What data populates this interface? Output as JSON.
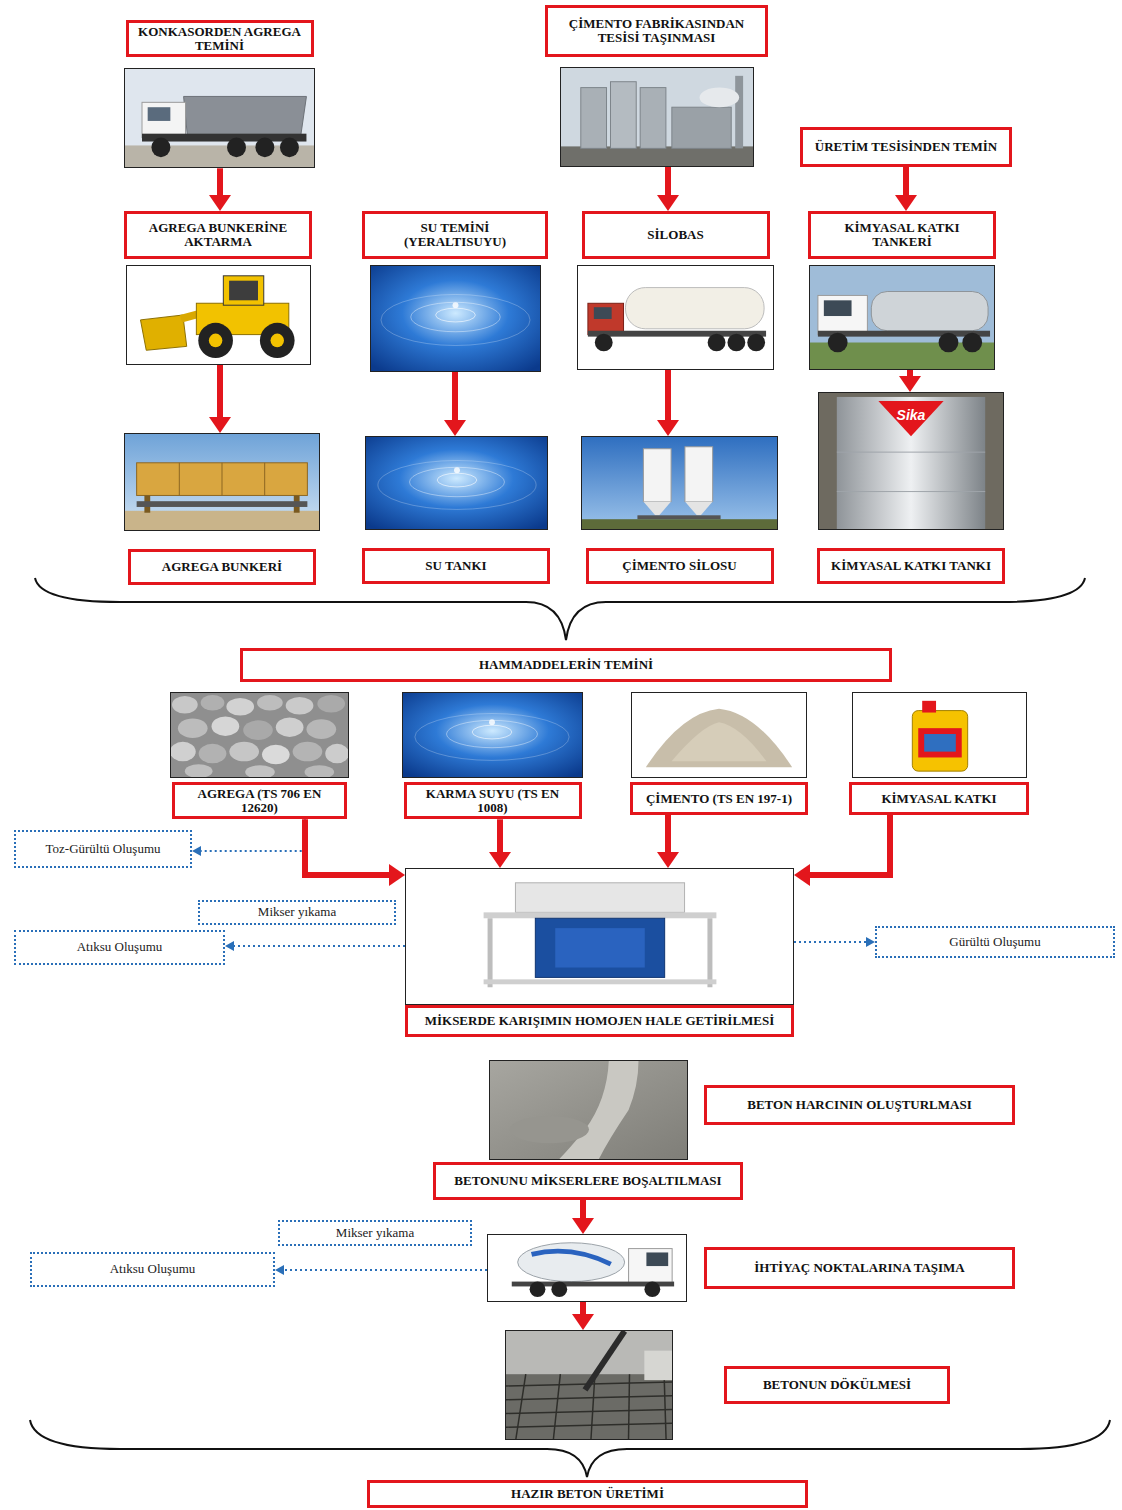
{
  "diagram": {
    "nodes": [
      {
        "text": [
          "KONKASORDEN AGREGA TEMİNİ"
        ]
      },
      {
        "text": [
          "AGREGA BUNKERİNE AKTARMA"
        ]
      },
      {
        "text": [
          "AGREGA BUNKERİ"
        ]
      },
      {
        "text": [
          "SU TEMİNİ (YERALTISUYU)"
        ]
      },
      {
        "text": [
          "SU TANKI"
        ]
      },
      {
        "text": [
          "ÇİMENTO FABRİKASINDAN TESİSİ TAŞINMASI"
        ]
      },
      {
        "text": [
          "SİLOBAS"
        ]
      },
      {
        "text": [
          "ÇİMENTO SİLOSU"
        ]
      },
      {
        "text": [
          "ÜRETİM TESİSİNDEN TEMİN"
        ]
      },
      {
        "text": [
          "KİMYASAL KATKI TANKERİ"
        ]
      },
      {
        "text": [
          "KİMYASAL KATKI TANKI"
        ]
      },
      {
        "text": [
          "HAMMADDELERİN TEMİNİ"
        ]
      },
      {
        "text": [
          "AGREGA (TS 706 EN 12620)"
        ]
      },
      {
        "text": [
          "KARMA SUYU (TS EN 1008)"
        ]
      },
      {
        "text": [
          "ÇİMENTO (TS EN 197-1)"
        ]
      },
      {
        "text": [
          "KİMYASAL KATKI"
        ]
      },
      {
        "text": [
          "Toz-Gürültü Oluşumu"
        ]
      },
      {
        "text": [
          "Mikser yıkama"
        ]
      },
      {
        "text": [
          "Atıksu Oluşumu"
        ]
      },
      {
        "text": [
          "MİKSERDE KARIŞIMIN HOMOJEN HALE GETİRİLMESİ"
        ]
      },
      {
        "text": [
          "Gürültü Oluşumu"
        ]
      },
      {
        "text": [
          "BETONUNU MİKSERLERE BOŞALTILMASI"
        ]
      },
      {
        "text": [
          "BETON HARCININ OLUŞTURLMASI"
        ]
      },
      {
        "text": [
          "Mikser yıkama"
        ]
      },
      {
        "text": [
          "Atıksu Oluşumu"
        ]
      },
      {
        "text": [
          "İHTİYAÇ NOKTALARINA TAŞIMA"
        ]
      },
      {
        "text": [
          "BETONUN DÖKÜLMESİ"
        ]
      },
      {
        "text": [
          "HAZIR BETON ÜRETİMİ"
        ]
      }
    ],
    "edges": [
      {
        "from": 0,
        "to": 1,
        "arrow": "to"
      },
      {
        "from": 1,
        "to": 2,
        "arrow": "to"
      },
      {
        "from": 3,
        "to": 4,
        "arrow": "to"
      },
      {
        "from": 5,
        "to": 6,
        "arrow": "to"
      },
      {
        "from": 6,
        "to": 7,
        "arrow": "to"
      },
      {
        "from": 8,
        "to": 9,
        "arrow": "to"
      },
      {
        "from": 9,
        "to": 10,
        "arrow": "to"
      },
      {
        "from": 12,
        "to": 16,
        "arrow": "to"
      },
      {
        "from": 12,
        "to": 19,
        "arrow": "to"
      },
      {
        "from": 13,
        "to": 19,
        "arrow": "to"
      },
      {
        "from": 14,
        "to": 19,
        "arrow": "to"
      },
      {
        "from": 15,
        "to": 19,
        "arrow": "to"
      },
      {
        "from": 19,
        "to": 18,
        "arrow": "to"
      },
      {
        "from": 19,
        "to": 20,
        "arrow": "to"
      },
      {
        "from": 21,
        "to": 25,
        "arrow": "to"
      },
      {
        "from": 25,
        "to": 24,
        "arrow": "to"
      },
      {
        "from": 25,
        "to": 26,
        "arrow": "to"
      }
    ],
    "labels": [
      "Sika"
    ]
  }
}
